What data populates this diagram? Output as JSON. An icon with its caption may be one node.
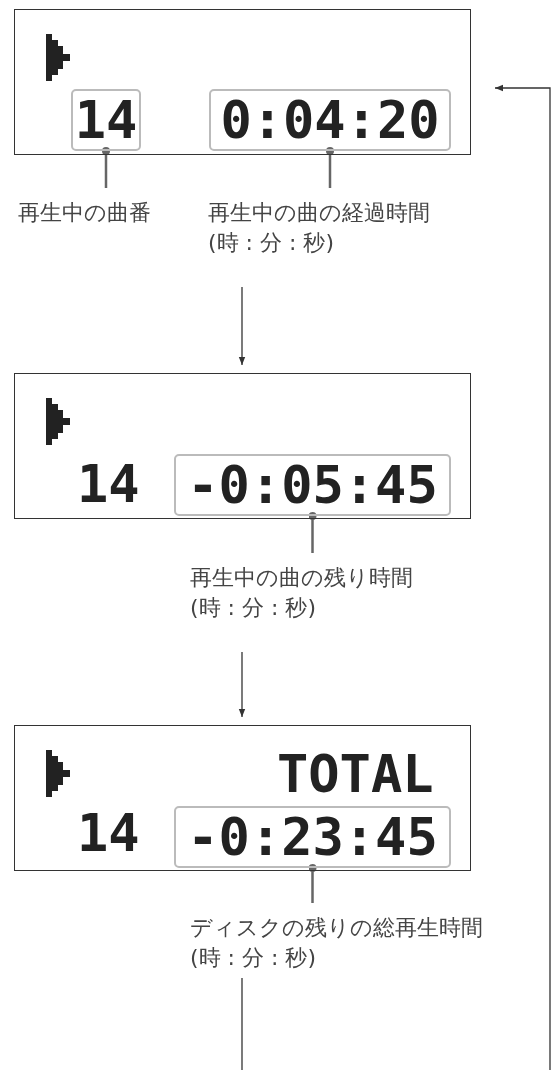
{
  "diagram": {
    "nodes": [
      {
        "text": [],
        "shape": "box"
      },
      {
        "text": [
          "14"
        ],
        "in": 0
      },
      {
        "text": [
          "0:04:20"
        ],
        "in": 0
      },
      {
        "text": [
          "再生中の曲番"
        ]
      },
      {
        "text": [
          "再生中の曲の経過時間(時 : 分 : 秒)"
        ]
      },
      {
        "text": [
          "14"
        ]
      },
      {
        "text": [
          "-0:05:45"
        ],
        "in": 5
      },
      {
        "text": [
          "再生中の曲の残り時間(時 : 分 : 秒)"
        ]
      },
      {
        "text": [
          "TOTAL",
          "14"
        ]
      },
      {
        "text": [
          "-0:23:45"
        ],
        "in": 8
      },
      {
        "text": [
          "ディスクの残りの総再生時間(時 : 分 : 秒)"
        ]
      }
    ],
    "edges": [
      {
        "from": 3,
        "to": 1,
        "arrow": "other"
      },
      {
        "from": 4,
        "to": 2,
        "arrow": "other"
      },
      {
        "from": 4,
        "to": 5,
        "arrow": "to"
      },
      {
        "from": 7,
        "to": 6,
        "arrow": "other"
      },
      {
        "from": 7,
        "to": 8,
        "arrow": "to"
      },
      {
        "from": 10,
        "to": 9,
        "arrow": "other"
      },
      {
        "from": 10,
        "to": null,
        "arrow": "none"
      },
      {
        "from": null,
        "to": 0,
        "arrow": "to"
      }
    ]
  }
}
